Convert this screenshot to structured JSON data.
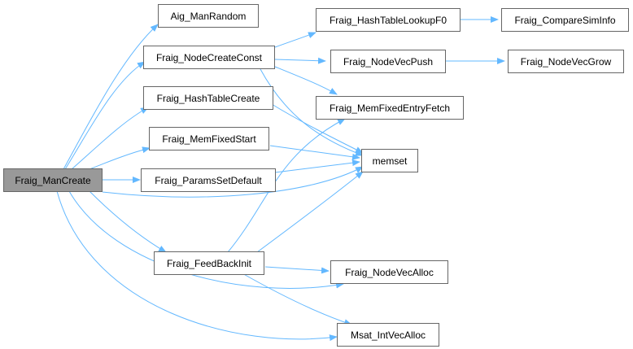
{
  "diagram": {
    "edge_color": "#63b8ff",
    "nodes": {
      "fraig_mancreate": "Fraig_ManCreate",
      "aig_manrandom": "Aig_ManRandom",
      "fraig_nodecreateconst": "Fraig_NodeCreateConst",
      "fraig_hashtablecreate": "Fraig_HashTableCreate",
      "fraig_memfixedstart": "Fraig_MemFixedStart",
      "fraig_paramssetdefault": "Fraig_ParamsSetDefault",
      "fraig_feedbackinit": "Fraig_FeedBackInit",
      "fraig_hashtablelookupf0": "Fraig_HashTableLookupF0",
      "fraig_comparesiminfo": "Fraig_CompareSimInfo",
      "fraig_nodevecpush": "Fraig_NodeVecPush",
      "fraig_nodevecgrow": "Fraig_NodeVecGrow",
      "fraig_memfixedentryfetch": "Fraig_MemFixedEntryFetch",
      "memset": "memset",
      "fraig_nodevecalloc": "Fraig_NodeVecAlloc",
      "msat_intvecalloc": "Msat_IntVecAlloc"
    }
  }
}
